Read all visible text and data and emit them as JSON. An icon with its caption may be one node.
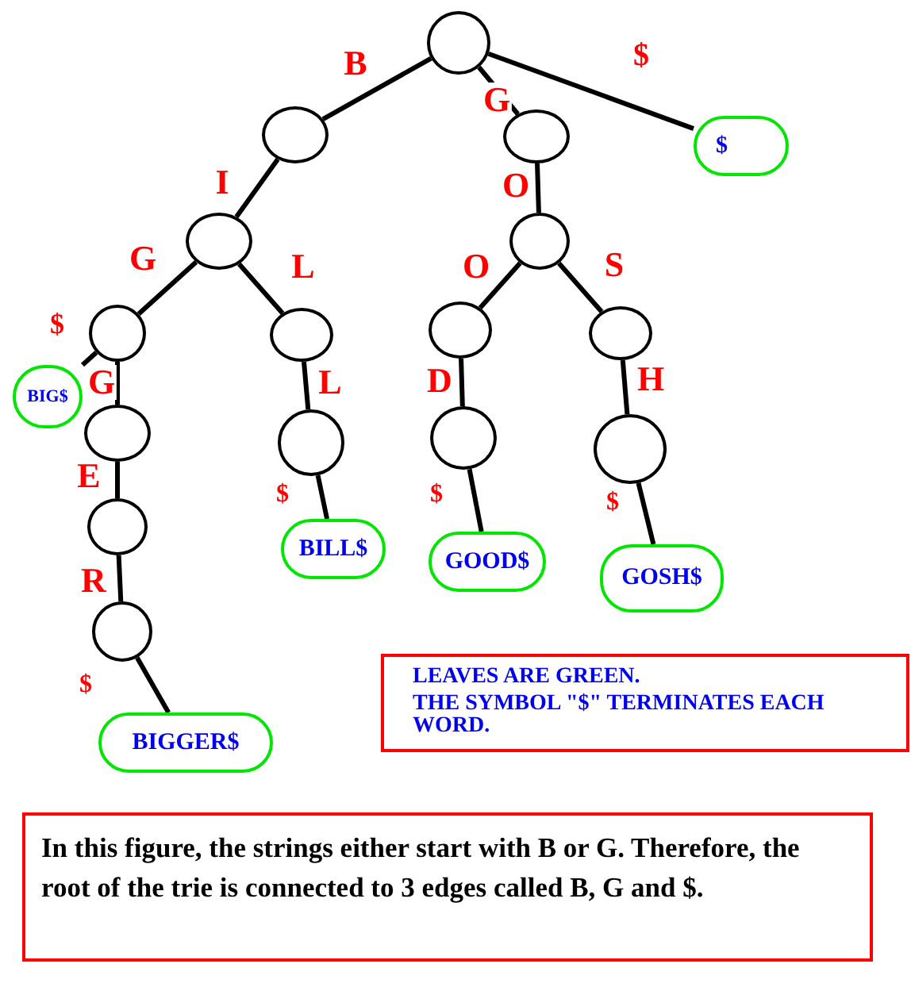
{
  "diagram": {
    "nodes": [
      {
        "text": [],
        "shape": "circle"
      },
      {
        "text": [],
        "shape": "circle"
      },
      {
        "text": [],
        "shape": "circle"
      },
      {
        "text": [
          "$"
        ]
      },
      {
        "text": [],
        "shape": "circle"
      },
      {
        "text": [],
        "shape": "circle"
      },
      {
        "text": [],
        "shape": "circle"
      },
      {
        "text": [],
        "shape": "circle"
      },
      {
        "text": [],
        "shape": "circle"
      },
      {
        "text": [],
        "shape": "circle"
      },
      {
        "text": [
          "BIG$"
        ]
      },
      {
        "text": [],
        "shape": "circle"
      },
      {
        "text": [],
        "shape": "circle"
      },
      {
        "text": [],
        "shape": "circle"
      },
      {
        "text": [],
        "shape": "circle"
      },
      {
        "text": [],
        "shape": "circle"
      },
      {
        "text": [
          "BILL$"
        ]
      },
      {
        "text": [
          "GOOD$"
        ]
      },
      {
        "text": [
          "GOSH$"
        ]
      },
      {
        "text": [],
        "shape": "circle"
      },
      {
        "text": [
          "BIGGER$"
        ]
      },
      {
        "text": [
          "LEAVES ARE GREEN.",
          "THE SYMBOL \"$\" TERMINATES EACH WORD."
        ]
      },
      {
        "text": [
          "In this figure, the strings either start with B or G. Therefore, the root of the trie is connected to 3 edges called B, G and $."
        ]
      }
    ],
    "edges": [
      {
        "from": 0,
        "to": 1,
        "arrow": "none",
        "label": "B"
      },
      {
        "from": 0,
        "to": 2,
        "arrow": "none",
        "label": "G"
      },
      {
        "from": 0,
        "to": 3,
        "arrow": "none",
        "label": "$"
      },
      {
        "from": 1,
        "to": 4,
        "arrow": "none",
        "label": "I"
      },
      {
        "from": 2,
        "to": 5,
        "arrow": "none",
        "label": "O"
      },
      {
        "from": 4,
        "to": 6,
        "arrow": "none",
        "label": "G"
      },
      {
        "from": 4,
        "to": 7,
        "arrow": "none",
        "label": "L"
      },
      {
        "from": 5,
        "to": 8,
        "arrow": "none",
        "label": "O"
      },
      {
        "from": 5,
        "to": 9,
        "arrow": "none",
        "label": "S"
      },
      {
        "from": 6,
        "to": 10,
        "arrow": "none",
        "label": "$"
      },
      {
        "from": 6,
        "to": 11,
        "arrow": "none",
        "label": "G"
      },
      {
        "from": 7,
        "to": 12,
        "arrow": "none",
        "label": "L"
      },
      {
        "from": 8,
        "to": 13,
        "arrow": "none",
        "label": "D"
      },
      {
        "from": 9,
        "to": 14,
        "arrow": "none",
        "label": "H"
      },
      {
        "from": 11,
        "to": 15,
        "arrow": "none",
        "label": "E"
      },
      {
        "from": 12,
        "to": 16,
        "arrow": "none",
        "label": "$"
      },
      {
        "from": 13,
        "to": 17,
        "arrow": "none",
        "label": "$"
      },
      {
        "from": 14,
        "to": 18,
        "arrow": "none",
        "label": "$"
      },
      {
        "from": 15,
        "to": 19,
        "arrow": "none",
        "label": "R"
      },
      {
        "from": 19,
        "to": 20,
        "arrow": "none",
        "label": "$"
      }
    ]
  }
}
